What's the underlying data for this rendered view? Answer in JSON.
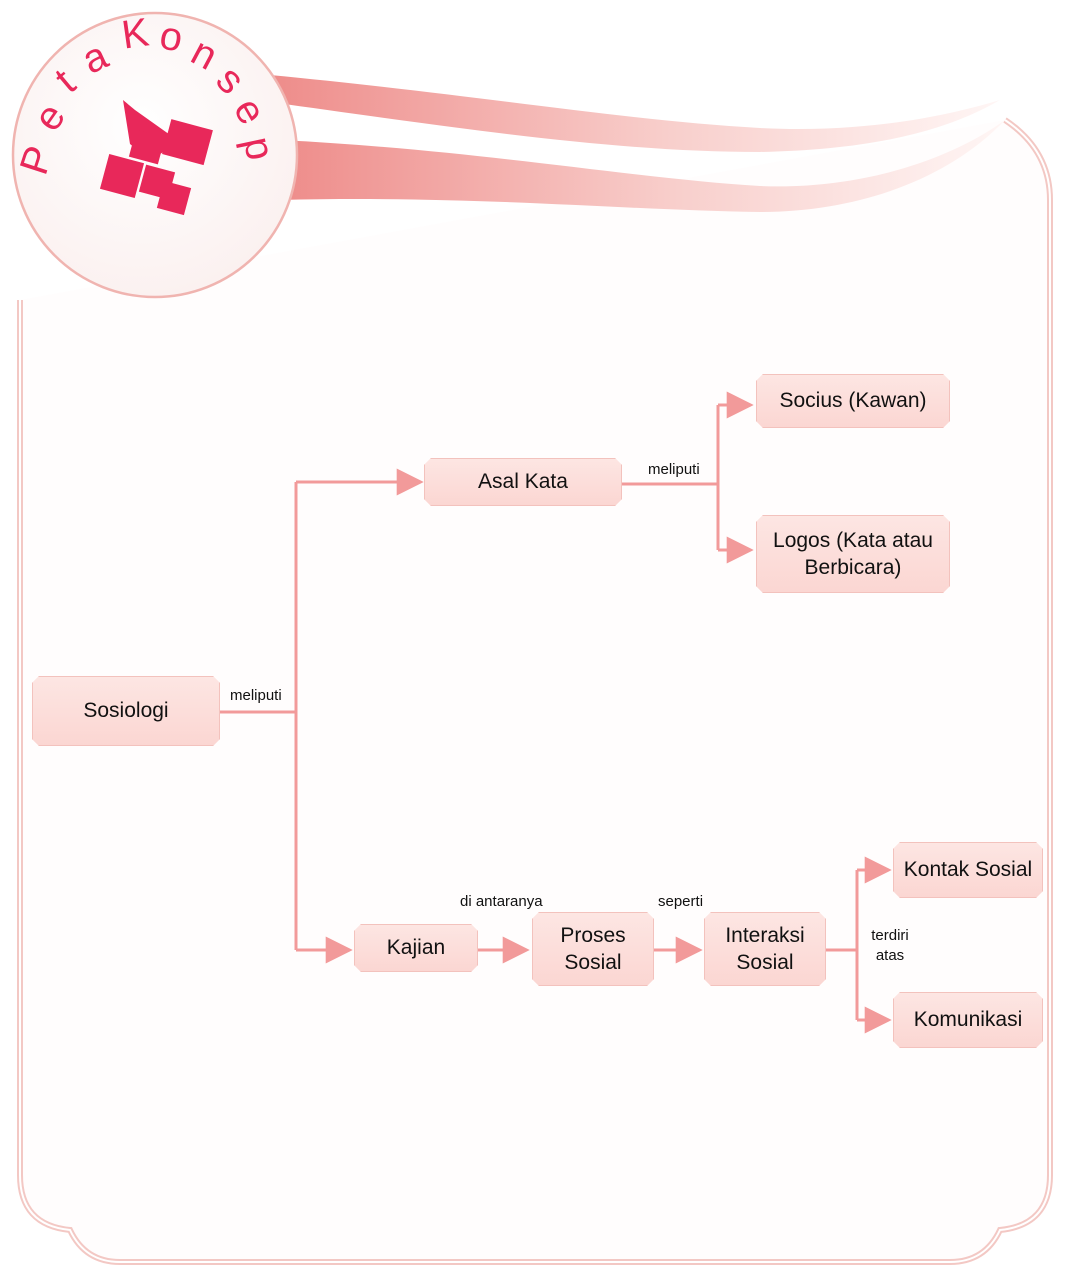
{
  "title": "Peta Konsep",
  "colors": {
    "accent": "#e8285a",
    "connector": "#f29a9a",
    "node_fill": "#fde3e0"
  },
  "nodes": {
    "sosiologi": "Sosiologi",
    "asal_kata": "Asal Kata",
    "socius": "Socius (Kawan)",
    "logos_line1": "Logos (Kata atau",
    "logos_line2": "Berbicara)",
    "kajian": "Kajian",
    "proses_line1": "Proses",
    "proses_line2": "Sosial",
    "interaksi_line1": "Interaksi",
    "interaksi_line2": "Sosial",
    "kontak": "Kontak Sosial",
    "komunikasi": "Komunikasi"
  },
  "edge_labels": {
    "meliputi_main": "meliputi",
    "meliputi_asal": "meliputi",
    "di_antaranya": "di antaranya",
    "seperti": "seperti",
    "terdiri_line1": "terdiri",
    "terdiri_line2": "atas"
  }
}
